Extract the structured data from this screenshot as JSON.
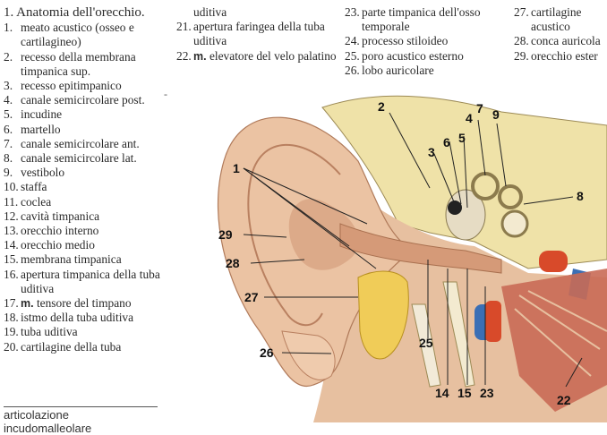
{
  "legend": {
    "heading": "1. Anatomia dell'orecchio.",
    "items": [
      {
        "num": "1.",
        "text": "meato acustico (osseo e cartilagineo)"
      },
      {
        "num": "2.",
        "text": "recesso della membrana timpanica sup."
      },
      {
        "num": "3.",
        "text": "recesso epitimpanico"
      },
      {
        "num": "4.",
        "text": "canale semicircolare post."
      },
      {
        "num": "5.",
        "text": "incudine"
      },
      {
        "num": "6.",
        "text": "martello"
      },
      {
        "num": "7.",
        "text": "canale semicircolare ant."
      },
      {
        "num": "8.",
        "text": "canale semicircolare lat."
      },
      {
        "num": "9.",
        "text": "vestibolo"
      },
      {
        "num": "10.",
        "text": "staffa"
      },
      {
        "num": "11.",
        "text": "coclea"
      },
      {
        "num": "12.",
        "text": "cavità timpanica"
      },
      {
        "num": "13.",
        "text": "orecchio interno"
      },
      {
        "num": "14.",
        "text": "orecchio medio"
      },
      {
        "num": "15.",
        "text": "membrana timpanica"
      },
      {
        "num": "16.",
        "text": "apertura timpanica della tuba uditiva"
      },
      {
        "num": "17.",
        "bold": "m.",
        "text": "tensore del timpano"
      },
      {
        "num": "18.",
        "text": "istmo della tuba uditiva"
      },
      {
        "num": "19.",
        "text": "tuba uditiva"
      },
      {
        "num": "20.",
        "text": "cartilagine della tuba"
      }
    ],
    "col2_cont": "uditiva",
    "col2_items": [
      {
        "num": "21.",
        "text": "apertura faringea della tuba uditiva"
      },
      {
        "num": "22.",
        "bold": "m.",
        "text": "elevatore del velo palatino"
      }
    ],
    "col3_items": [
      {
        "num": "23.",
        "text": "parte timpanica dell'osso temporale"
      },
      {
        "num": "24.",
        "text": "processo stiloideo"
      },
      {
        "num": "25.",
        "text": "poro acustico esterno"
      },
      {
        "num": "26.",
        "text": "lobo auricolare"
      }
    ],
    "col4_items": [
      {
        "num": "27.",
        "text": "cartilagine acustico"
      },
      {
        "num": "28.",
        "text": "conca auricola"
      },
      {
        "num": "29.",
        "text": "orecchio ester"
      }
    ]
  },
  "stray_mark": "-",
  "caption": "articolazione incudomalleolare",
  "figure_labels": [
    "1",
    "2",
    "3",
    "4",
    "5",
    "6",
    "7",
    "8",
    "9",
    "14",
    "15",
    "22",
    "23",
    "25",
    "26",
    "27",
    "28",
    "29"
  ],
  "colors": {
    "skin": "#e9c4a4",
    "skin_dark": "#c98f6c",
    "bone": "#efe2a8",
    "cartilage": "#f0cc58",
    "red": "#d84a2a",
    "blue": "#3b6fb5",
    "muscle": "#c96a55"
  }
}
